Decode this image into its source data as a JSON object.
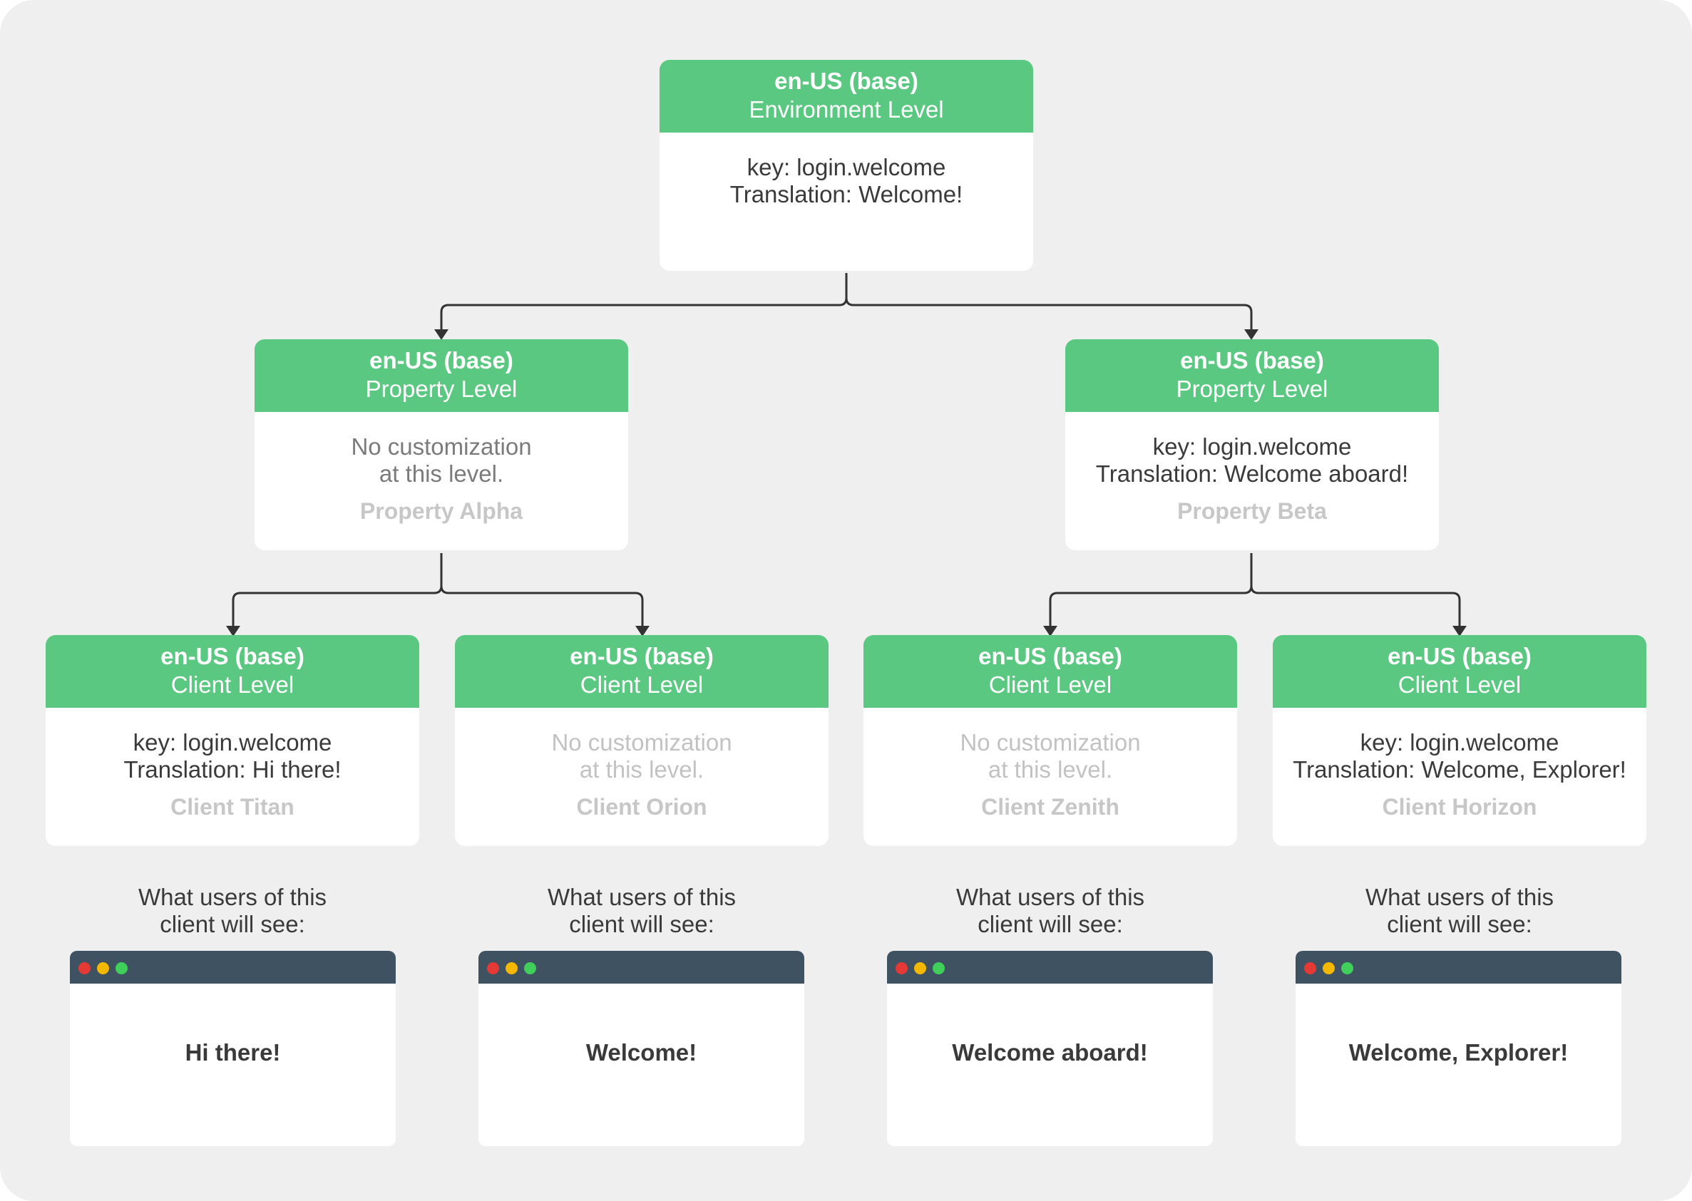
{
  "colors": {
    "canvas_background": "#efefef",
    "node_header": "#5bc882",
    "window_titlebar": "#3e5262",
    "connector": "#333333"
  },
  "environment": {
    "title": "en-US (base)",
    "level": "Environment Level",
    "key_line": "key: login.welcome",
    "translation_line": "Translation: Welcome!"
  },
  "properties": [
    {
      "title": "en-US (base)",
      "level": "Property Level",
      "line1": "No customization",
      "line2": "at this level.",
      "customized": false,
      "owner": "Property Alpha"
    },
    {
      "title": "en-US (base)",
      "level": "Property Level",
      "line1": "key: login.welcome",
      "line2": "Translation: Welcome aboard!",
      "customized": true,
      "owner": "Property Beta"
    }
  ],
  "clients": [
    {
      "title": "en-US (base)",
      "level": "Client Level",
      "line1": "key: login.welcome",
      "line2": "Translation: Hi there!",
      "customized": true,
      "owner": "Client Titan"
    },
    {
      "title": "en-US (base)",
      "level": "Client Level",
      "line1": "No customization",
      "line2": "at this level.",
      "customized": false,
      "owner": "Client Orion"
    },
    {
      "title": "en-US (base)",
      "level": "Client Level",
      "line1": "No customization",
      "line2": "at this level.",
      "customized": false,
      "owner": "Client Zenith"
    },
    {
      "title": "en-US (base)",
      "level": "Client Level",
      "line1": "key: login.welcome",
      "line2": "Translation: Welcome, Explorer!",
      "customized": true,
      "owner": "Client Horizon"
    }
  ],
  "previews": [
    {
      "label_line1": "What users of this",
      "label_line2": "client will see:",
      "message": "Hi there!"
    },
    {
      "label_line1": "What users of this",
      "label_line2": "client will see:",
      "message": "Welcome!"
    },
    {
      "label_line1": "What users of this",
      "label_line2": "client will see:",
      "message": "Welcome aboard!"
    },
    {
      "label_line1": "What users of this",
      "label_line2": "client will see:",
      "message": "Welcome, Explorer!"
    }
  ]
}
